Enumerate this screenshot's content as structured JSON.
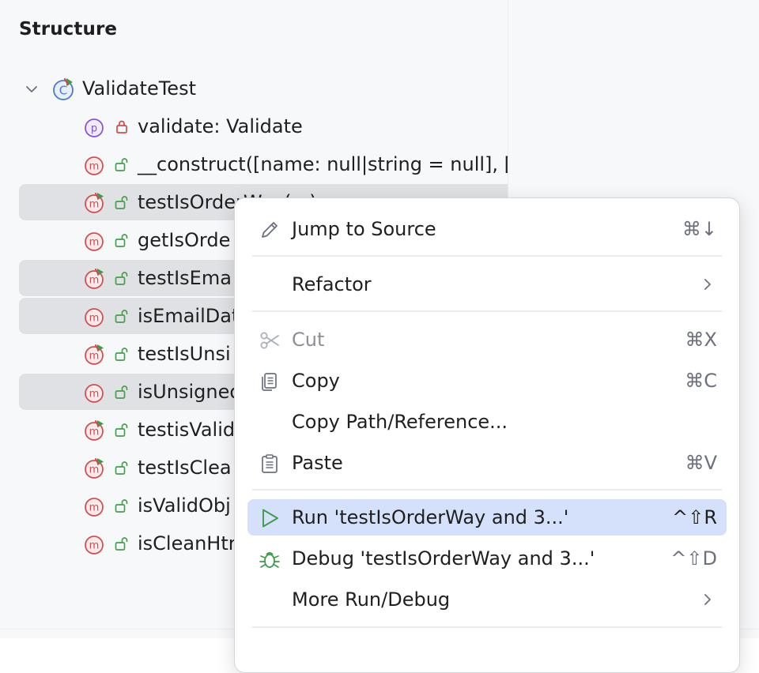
{
  "panel": {
    "title": "Structure"
  },
  "tree": {
    "root": {
      "label": "ValidateTest"
    },
    "items": [
      {
        "label": "validate: Validate",
        "kind": "p",
        "access": "private",
        "test": false,
        "selected": false
      },
      {
        "label": "__construct([name: null|string = null], [",
        "kind": "m",
        "access": "public",
        "test": false,
        "selected": false
      },
      {
        "label": "testIsOrderWay(...)",
        "kind": "m",
        "access": "public",
        "test": true,
        "selected": true
      },
      {
        "label": "getIsOrde",
        "kind": "m",
        "access": "public",
        "test": false,
        "selected": false
      },
      {
        "label": "testIsEma",
        "kind": "m",
        "access": "public",
        "test": true,
        "selected": true
      },
      {
        "label": "isEmailDat",
        "kind": "m",
        "access": "public",
        "test": false,
        "selected": true
      },
      {
        "label": "testIsUnsi",
        "kind": "m",
        "access": "public",
        "test": true,
        "selected": false
      },
      {
        "label": "isUnsigned",
        "kind": "m",
        "access": "public",
        "test": false,
        "selected": true
      },
      {
        "label": "testisValid",
        "kind": "m",
        "access": "public",
        "test": true,
        "selected": false
      },
      {
        "label": "testIsClea",
        "kind": "m",
        "access": "public",
        "test": true,
        "selected": false
      },
      {
        "label": "isValidObj",
        "kind": "m",
        "access": "public",
        "test": false,
        "selected": false
      },
      {
        "label": "isCleanHtr",
        "kind": "m",
        "access": "public",
        "test": false,
        "selected": false
      }
    ]
  },
  "menu": {
    "items": [
      {
        "label": "Jump to Source",
        "shortcut": "⌘↓",
        "icon": "pencil-icon"
      },
      {
        "label": "Refactor",
        "submenu": true
      },
      {
        "label": "Cut",
        "shortcut": "⌘X",
        "icon": "scissors-icon",
        "disabled": true
      },
      {
        "label": "Copy",
        "shortcut": "⌘C",
        "icon": "copy-icon"
      },
      {
        "label": "Copy Path/Reference..."
      },
      {
        "label": "Paste",
        "shortcut": "⌘V",
        "icon": "paste-icon"
      },
      {
        "label": "Run 'testIsOrderWay and 3...'",
        "shortcut": "^⇧R",
        "icon": "run-icon",
        "active": true
      },
      {
        "label": "Debug 'testIsOrderWay and 3...'",
        "shortcut": "^⇧D",
        "icon": "debug-icon"
      },
      {
        "label": "More Run/Debug",
        "submenu": true
      }
    ]
  },
  "colors": {
    "accent": "#d5e1fb",
    "method_icon": "#d44a4a",
    "property_icon": "#8552d1",
    "class_icon": "#4a79d8",
    "public_lock": "#45a04a",
    "private_lock": "#d44a4a",
    "run_green": "#3f9b47"
  }
}
